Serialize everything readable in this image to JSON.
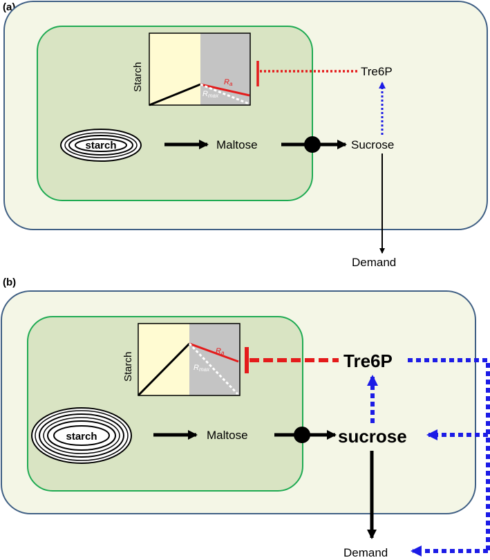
{
  "panels": [
    {
      "label": "(a)",
      "starch_granule": "starch",
      "maltose": "Maltose",
      "sucrose": "Sucrose",
      "tre6p": "Tre6P",
      "demand": "Demand",
      "graph": {
        "ylabel": "Starch",
        "r_a": "R",
        "r_a_sub": "a",
        "r_max": "R",
        "r_max_sub": "max"
      }
    },
    {
      "label": "(b)",
      "starch_granule": "starch",
      "maltose": "Maltose",
      "sucrose": "sucrose",
      "tre6p": "Tre6P",
      "demand": "Demand",
      "graph": {
        "ylabel": "Starch",
        "r_a": "R",
        "r_a_sub": "a",
        "r_max": "R",
        "r_max_sub": "max"
      }
    }
  ],
  "colors": {
    "cell_fill": "#f4f6e6",
    "cell_stroke": "#3f5f84",
    "chloroplast_fill": "#d9e4c3",
    "chloroplast_stroke": "#1eaa52",
    "graph_light": "#fffbd2",
    "graph_dark": "#c4c4c4",
    "inhibition": "#e41b1b",
    "signal": "#1c1ce6"
  }
}
